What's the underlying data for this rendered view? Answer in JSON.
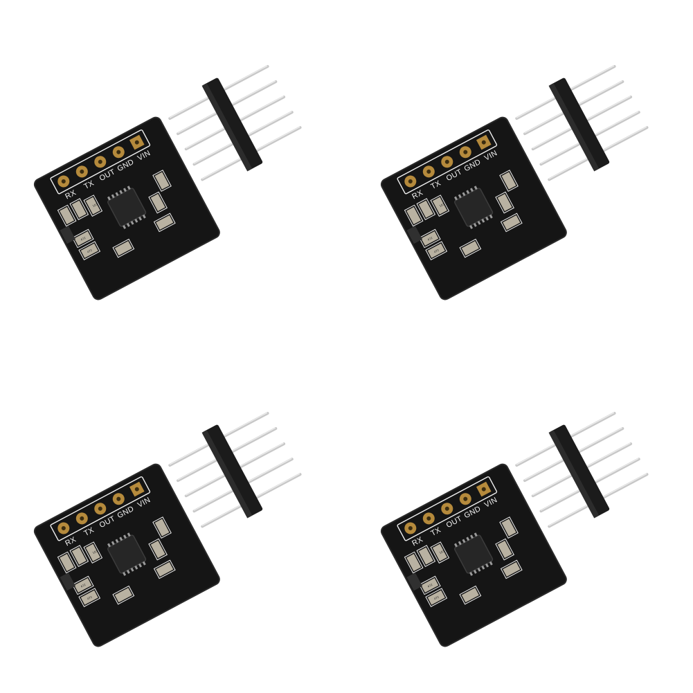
{
  "product": {
    "module_count": 4,
    "pin_labels": [
      "RX",
      "TX",
      "OUT",
      "GND",
      "VIN"
    ],
    "component_marks": [
      "472",
      "472",
      "103"
    ],
    "colors": {
      "background": "#ffffff",
      "pcb": "#151515",
      "silkscreen": "#f2f2f2",
      "pad_gold": "#b58a3c",
      "header_plastic": "#1b1b1b",
      "pin_metal": "#c8c8c8"
    }
  },
  "modules": [
    {
      "pins": [
        "RX",
        "TX",
        "OUT",
        "GND",
        "VIN"
      ],
      "marks": [
        "472",
        "472",
        "103"
      ]
    },
    {
      "pins": [
        "RX",
        "TX",
        "OUT",
        "GND",
        "VIN"
      ],
      "marks": [
        "472",
        "472",
        "103"
      ]
    },
    {
      "pins": [
        "RX",
        "TX",
        "OUT",
        "GND",
        "VIN"
      ],
      "marks": [
        "472",
        "472",
        "103"
      ]
    },
    {
      "pins": [
        "RX",
        "TX",
        "OUT",
        "GND",
        "VIN"
      ],
      "marks": [
        "472",
        "472",
        "103"
      ]
    }
  ]
}
